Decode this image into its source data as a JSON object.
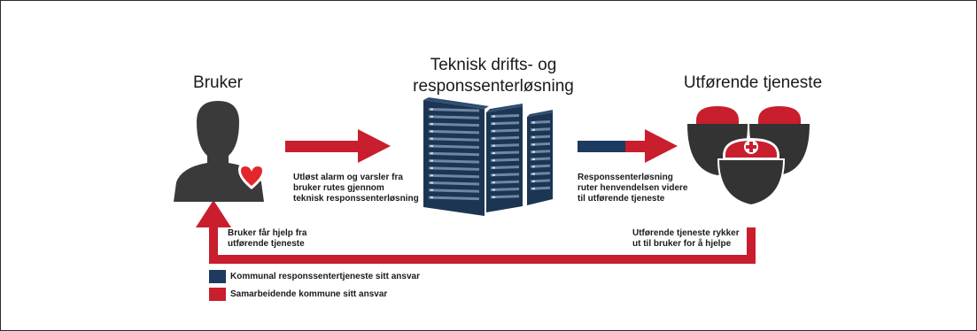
{
  "titles": {
    "user": "Bruker",
    "technical": [
      "Teknisk drifts- og",
      "responssenterløsning"
    ],
    "service": "Utførende tjeneste"
  },
  "captions": {
    "arrow1": [
      "Utløst alarm og varsler fra",
      "bruker rutes gjennom",
      "teknisk responssenterløsning"
    ],
    "arrow2": [
      "Responssenterløsning",
      "ruter henvendelsen videre",
      "til utførende tjeneste"
    ],
    "return_user": [
      "Bruker får hjelp fra",
      "utførende tjeneste"
    ],
    "return_service": [
      "Utførende tjeneste rykker",
      "ut til bruker for å hjelpe"
    ]
  },
  "legend": [
    {
      "label": "Kommunal responssentertjeneste sitt ansvar",
      "color": "#1d3a5f"
    },
    {
      "label": "Samarbeidende kommune sitt ansvar",
      "color": "#c81e2e"
    }
  ],
  "colors": {
    "red": "#c81e2e",
    "navy": "#1d3a5f",
    "dark": "#3a3a3a",
    "server": "#1c3553"
  },
  "icons": {
    "user": "person-with-heart-icon",
    "servers": "server-racks-icon",
    "responders": "nurses-group-icon"
  }
}
